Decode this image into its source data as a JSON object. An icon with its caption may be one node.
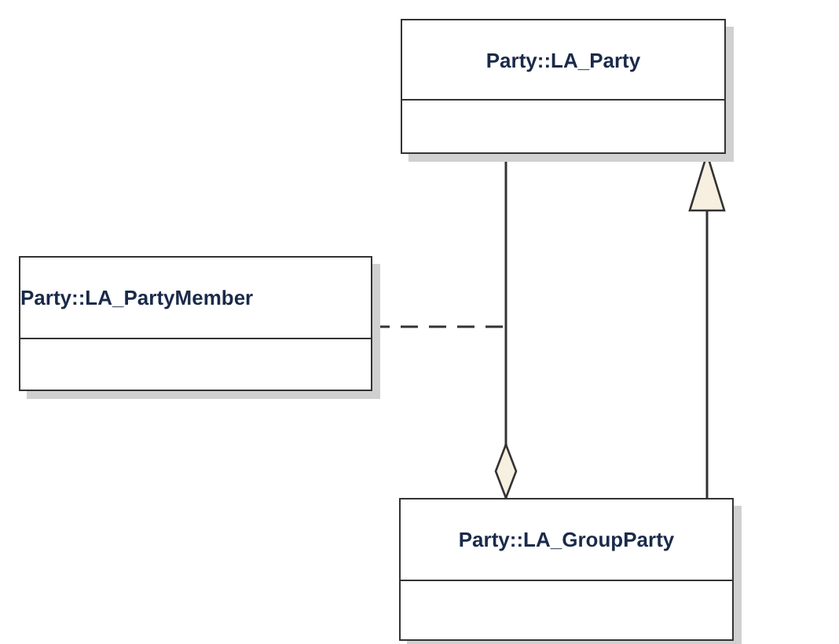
{
  "diagram": {
    "nodes": [
      {
        "text": [
          "Party::LA_Party"
        ]
      },
      {
        "text": [
          "Party::LA_PartyMember"
        ]
      },
      {
        "text": [
          "Party::LA_GroupParty"
        ]
      }
    ],
    "edges": [
      {
        "from": 0,
        "to": 2,
        "arrow": "other"
      },
      {
        "from": 2,
        "to": 0,
        "arrow": "to"
      },
      {
        "from": 1,
        "to": null,
        "arrow": "none",
        "style": "dashed"
      }
    ]
  }
}
